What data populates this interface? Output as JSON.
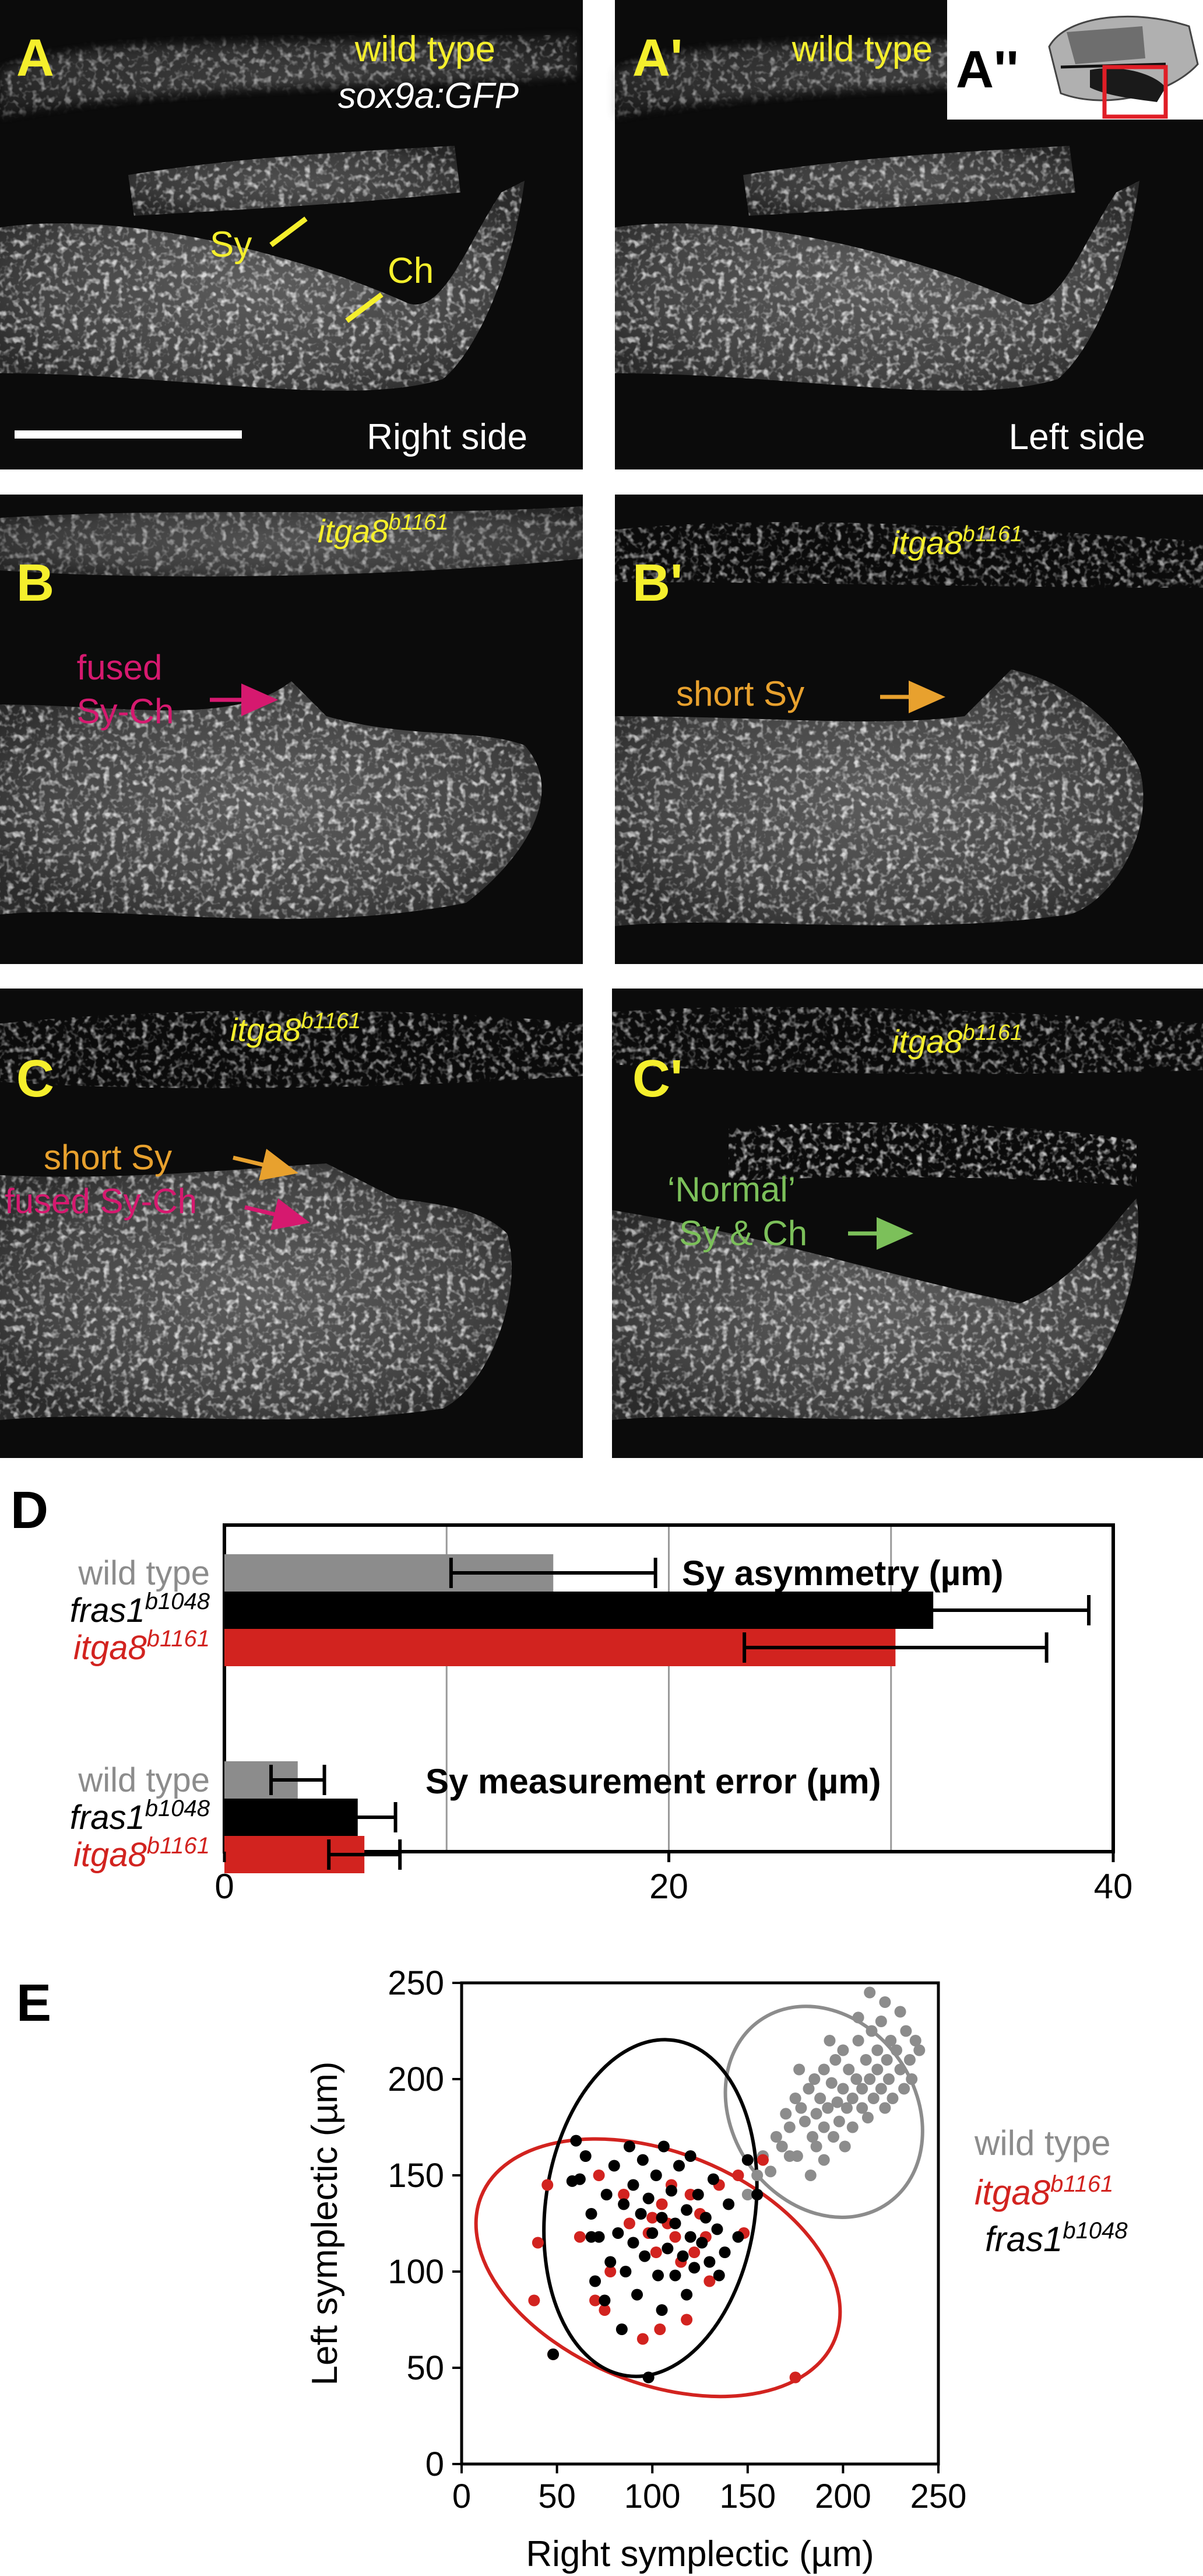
{
  "panels": {
    "A": {
      "letter": "A",
      "title": "wild type",
      "subtitle": "sox9a:GFP",
      "labels": {
        "sy": "Sy",
        "ch": "Ch"
      },
      "side": "Right side"
    },
    "A1": {
      "letter": "A'",
      "title": "wild type",
      "side": "Left side"
    },
    "A2": {
      "letter": "A''"
    },
    "B": {
      "letter": "B",
      "gene": "itga8",
      "allele": "b1161",
      "annotation_line1": "fused",
      "annotation_line2": "Sy-Ch"
    },
    "B1": {
      "letter": "B'",
      "gene": "itga8",
      "allele": "b1161",
      "annotation": "short Sy"
    },
    "C": {
      "letter": "C",
      "gene": "itga8",
      "allele": "b1161",
      "annotation1": "short Sy",
      "annotation2": "fused Sy-Ch"
    },
    "C1": {
      "letter": "C'",
      "gene": "itga8",
      "allele": "b1161",
      "annotation_line1": "‘Normal’",
      "annotation_line2": "Sy & Ch"
    },
    "D": {
      "letter": "D"
    },
    "E": {
      "letter": "E"
    }
  },
  "colors": {
    "yellow": "#f5ef2c",
    "magenta": "#d6196f",
    "orange": "#e8a12e",
    "green": "#7cc05a",
    "wildtype": "#8c8c8c",
    "fras": "#000000",
    "itga": "#d2231f"
  },
  "chart_data": [
    {
      "id": "D",
      "type": "bar",
      "orientation": "horizontal",
      "xlim": [
        0,
        40
      ],
      "xticks": [
        "0",
        "20",
        "40"
      ],
      "grid": true,
      "groups": [
        {
          "title": "Sy asymmetry (µm)",
          "categories": [
            {
              "name": "wild type",
              "sup": "",
              "color": "#8c8c8c"
            },
            {
              "name": "fras1",
              "sup": "b1048",
              "color": "#000000"
            },
            {
              "name": "itga8",
              "sup": "b1161",
              "color": "#d2231f"
            }
          ],
          "values": [
            14.8,
            31.9,
            30.2
          ],
          "errors": [
            4.6,
            7.0,
            6.8
          ]
        },
        {
          "title": "Sy measurement error (µm)",
          "categories": [
            {
              "name": "wild type",
              "sup": "",
              "color": "#8c8c8c"
            },
            {
              "name": "fras1",
              "sup": "b1048",
              "color": "#000000"
            },
            {
              "name": "itga8",
              "sup": "b1161",
              "color": "#d2231f"
            }
          ],
          "values": [
            3.3,
            6.0,
            6.3
          ],
          "errors": [
            1.2,
            1.7,
            1.6
          ]
        }
      ]
    },
    {
      "id": "E",
      "type": "scatter",
      "xlabel": "Right symplectic (µm)",
      "ylabel": "Left symplectic (µm)",
      "xlim": [
        0,
        250
      ],
      "ylim": [
        0,
        250
      ],
      "ticks": [
        0,
        50,
        100,
        150,
        200,
        250
      ],
      "grid": false,
      "legend": "right",
      "series": [
        {
          "name": "wild type",
          "sup": "",
          "color": "#8c8c8c",
          "ellipse": {
            "cx": 190,
            "cy": 183,
            "rx": 48,
            "ry": 58,
            "angle": -35
          },
          "points": [
            [
              155,
              150
            ],
            [
              158,
              160
            ],
            [
              165,
              170
            ],
            [
              168,
              165
            ],
            [
              170,
              182
            ],
            [
              172,
              175
            ],
            [
              175,
              190
            ],
            [
              176,
              160
            ],
            [
              178,
              185
            ],
            [
              180,
              178
            ],
            [
              182,
              195
            ],
            [
              184,
              170
            ],
            [
              185,
              200
            ],
            [
              186,
              182
            ],
            [
              188,
              190
            ],
            [
              190,
              205
            ],
            [
              190,
              175
            ],
            [
              192,
              185
            ],
            [
              194,
              198
            ],
            [
              195,
              170
            ],
            [
              196,
              210
            ],
            [
              197,
              188
            ],
            [
              198,
              178
            ],
            [
              200,
              195
            ],
            [
              200,
              215
            ],
            [
              202,
              185
            ],
            [
              203,
              205
            ],
            [
              205,
              190
            ],
            [
              205,
              175
            ],
            [
              207,
              200
            ],
            [
              208,
              220
            ],
            [
              210,
              185
            ],
            [
              210,
              195
            ],
            [
              212,
              210
            ],
            [
              213,
              180
            ],
            [
              214,
              200
            ],
            [
              215,
              225
            ],
            [
              216,
              190
            ],
            [
              218,
              205
            ],
            [
              218,
              215
            ],
            [
              220,
              195
            ],
            [
              220,
              230
            ],
            [
              222,
              185
            ],
            [
              223,
              210
            ],
            [
              224,
              200
            ],
            [
              225,
              220
            ],
            [
              226,
              190
            ],
            [
              228,
              215
            ],
            [
              230,
              205
            ],
            [
              230,
              235
            ],
            [
              232,
              195
            ],
            [
              233,
              225
            ],
            [
              235,
              210
            ],
            [
              236,
              200
            ],
            [
              238,
              220
            ],
            [
              214,
              245
            ],
            [
              222,
              240
            ],
            [
              150,
              140
            ],
            [
              162,
              152
            ],
            [
              172,
              160
            ],
            [
              186,
              165
            ],
            [
              201,
              165
            ],
            [
              177,
              205
            ],
            [
              193,
              220
            ],
            [
              208,
              232
            ],
            [
              183,
              150
            ],
            [
              240,
              215
            ],
            [
              190,
              158
            ]
          ]
        },
        {
          "name": "itga8",
          "sup": "b1161",
          "color": "#d2231f",
          "ellipse": {
            "cx": 103,
            "cy": 102,
            "rx": 100,
            "ry": 60,
            "angle": 22
          },
          "points": [
            [
              38,
              85
            ],
            [
              40,
              115
            ],
            [
              45,
              145
            ],
            [
              48,
              57
            ],
            [
              70,
              85
            ],
            [
              72,
              150
            ],
            [
              75,
              80
            ],
            [
              78,
              100
            ],
            [
              85,
              140
            ],
            [
              88,
              125
            ],
            [
              95,
              65
            ],
            [
              98,
              120
            ],
            [
              100,
              128
            ],
            [
              102,
              110
            ],
            [
              104,
              70
            ],
            [
              105,
              135
            ],
            [
              108,
              125
            ],
            [
              110,
              145
            ],
            [
              112,
              118
            ],
            [
              115,
              105
            ],
            [
              118,
              75
            ],
            [
              120,
              140
            ],
            [
              122,
              110
            ],
            [
              125,
              130
            ],
            [
              128,
              118
            ],
            [
              130,
              95
            ],
            [
              135,
              145
            ],
            [
              145,
              150
            ],
            [
              148,
              120
            ],
            [
              175,
              45
            ],
            [
              158,
              158
            ],
            [
              62,
              118
            ]
          ]
        },
        {
          "name": "fras1",
          "sup": "b1048",
          "color": "#000000",
          "ellipse": {
            "cx": 99,
            "cy": 133,
            "rx": 55,
            "ry": 88,
            "angle": 8
          },
          "points": [
            [
              48,
              57
            ],
            [
              58,
              147
            ],
            [
              62,
              148
            ],
            [
              65,
              160
            ],
            [
              68,
              130
            ],
            [
              70,
              95
            ],
            [
              72,
              118
            ],
            [
              75,
              85
            ],
            [
              76,
              140
            ],
            [
              78,
              105
            ],
            [
              80,
              155
            ],
            [
              82,
              120
            ],
            [
              84,
              70
            ],
            [
              85,
              135
            ],
            [
              86,
              100
            ],
            [
              88,
              165
            ],
            [
              90,
              115
            ],
            [
              90,
              145
            ],
            [
              92,
              88
            ],
            [
              94,
              130
            ],
            [
              95,
              158
            ],
            [
              96,
              108
            ],
            [
              98,
              45
            ],
            [
              98,
              138
            ],
            [
              100,
              120
            ],
            [
              102,
              150
            ],
            [
              103,
              98
            ],
            [
              105,
              128
            ],
            [
              106,
              165
            ],
            [
              108,
              112
            ],
            [
              110,
              142
            ],
            [
              112,
              125
            ],
            [
              112,
              98
            ],
            [
              114,
              155
            ],
            [
              116,
              108
            ],
            [
              118,
              132
            ],
            [
              120,
              118
            ],
            [
              120,
              160
            ],
            [
              122,
              102
            ],
            [
              124,
              140
            ],
            [
              126,
              115
            ],
            [
              128,
              128
            ],
            [
              130,
              105
            ],
            [
              132,
              148
            ],
            [
              134,
              122
            ],
            [
              138,
              110
            ],
            [
              140,
              135
            ],
            [
              145,
              118
            ],
            [
              150,
              158
            ],
            [
              155,
              140
            ],
            [
              60,
              168
            ],
            [
              68,
              118
            ],
            [
              118,
              88
            ],
            [
              135,
              98
            ],
            [
              105,
              80
            ]
          ]
        }
      ]
    }
  ]
}
